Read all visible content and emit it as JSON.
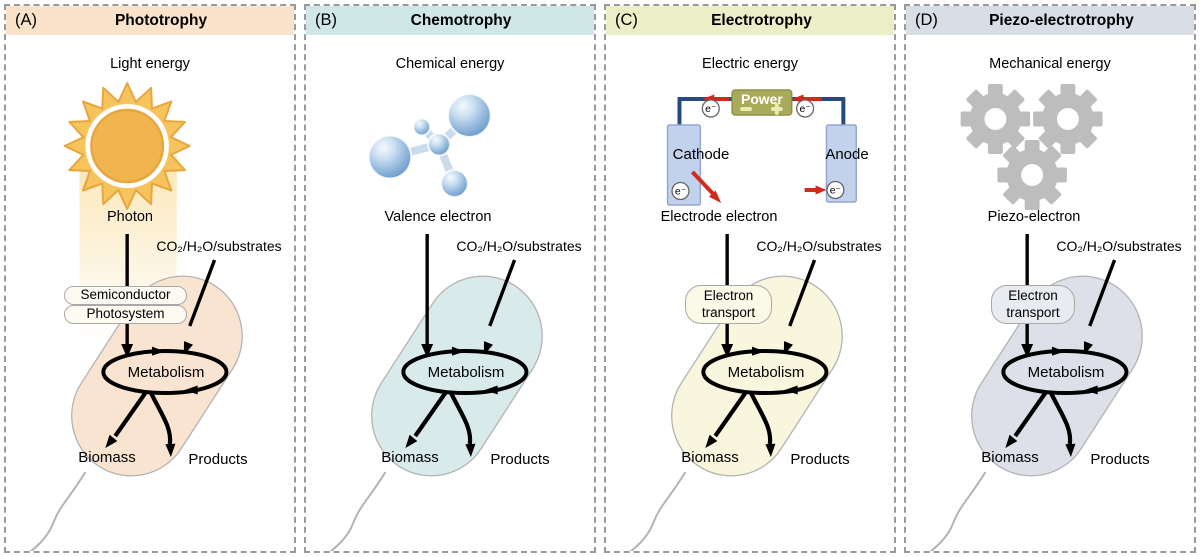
{
  "figure": {
    "background": "#ffffff",
    "panel_border_color": "#9a9a9a",
    "black": "#000000",
    "red_accent": "#d2291c",
    "wire_color": "#27497f"
  },
  "labels": {
    "electron_badge": "e⁻"
  },
  "panels": [
    {
      "letter": "(A)",
      "title": "Phototrophy",
      "header_bg": "#fbe2ca",
      "cell_fill": "#f9e4d2",
      "energy_label": "Light energy",
      "source_label": "Photon",
      "substrates_label": "CO₂/H₂O/substrates",
      "pills": [
        "Semiconductor",
        "Photosystem"
      ],
      "pill_bg": "#fdfaf2",
      "metabolism_label": "Metabolism",
      "biomass_label": "Biomass",
      "products_label": "Products",
      "icon": "sun-icon",
      "sun_ray_fill": "#f6c35c",
      "sun_stroke": "#e8a63e",
      "sun_core_fill": "#f1b54f",
      "beam_color": "#f7d27c"
    },
    {
      "letter": "(B)",
      "title": "Chemotrophy",
      "header_bg": "#cfe7e7",
      "cell_fill": "#d9eaea",
      "energy_label": "Chemical energy",
      "source_label": "Valence electron",
      "substrates_label": "CO₂/H₂O/substrates",
      "metabolism_label": "Metabolism",
      "biomass_label": "Biomass",
      "products_label": "Products",
      "icon": "molecule-icon",
      "sphere_color": "#7ea9d6",
      "bond_color": "#cbdaec"
    },
    {
      "letter": "(C)",
      "title": "Electrotrophy",
      "header_bg": "#ebeec6",
      "cell_fill": "#f8f6dd",
      "energy_label": "Electric energy",
      "source_label": "Electrode electron",
      "substrates_label": "CO₂/H₂O/substrates",
      "pill_lines": [
        "Electron",
        "transport"
      ],
      "pill_bg": "#fbfae9",
      "metabolism_label": "Metabolism",
      "biomass_label": "Biomass",
      "products_label": "Products",
      "icon": "power-circuit-icon",
      "circuit": {
        "power": "Power",
        "cathode": "Cathode",
        "anode": "Anode",
        "power_box_color": "#a9ab5b",
        "electrode_color": "#c2d1ec"
      }
    },
    {
      "letter": "(D)",
      "title": "Piezo-electrotrophy",
      "header_bg": "#d9dde6",
      "cell_fill": "#dde0e9",
      "energy_label": "Mechanical energy",
      "source_label": "Piezo-electron",
      "substrates_label": "CO₂/H₂O/substrates",
      "pill_lines": [
        "Electron",
        "transport"
      ],
      "pill_bg": "#e9ebf1",
      "metabolism_label": "Metabolism",
      "biomass_label": "Biomass",
      "products_label": "Products",
      "icon": "gears-icon",
      "gear_color": "#bdbdbd"
    }
  ]
}
